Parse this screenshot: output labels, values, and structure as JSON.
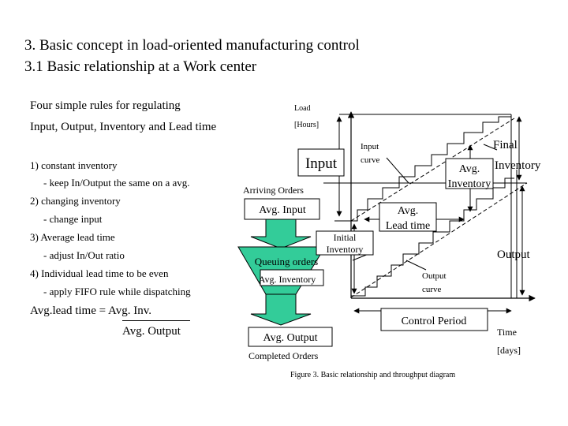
{
  "title": {
    "line1": "3. Basic concept in  load-oriented manufacturing control",
    "line2": "3.1 Basic relationship at a Work center"
  },
  "rules": {
    "intro1": "Four simple rules for regulating",
    "intro2": " Input, Output, Inventory and Lead time",
    "r1": "1) constant inventory",
    "r1a": "- keep In/Output the same on a avg.",
    "r2": "2)  changing inventory",
    "r2a": "- change input",
    "r3": "3) Average lead time",
    "r3a": "- adjust In/Out ratio",
    "r4": "4) Individual lead time to be even",
    "r4a": "- apply FIFO rule while dispatching",
    "formula_left": "Avg.lead time = Avg. Inv.",
    "formula_den": "Avg. Output"
  },
  "diagram": {
    "load": "Load",
    "hours": "[Hours]",
    "input": "Input",
    "input_curve_1": "Input",
    "input_curve_2": "curve",
    "final_1": "Final",
    "final_2": "Inventory",
    "avg_inv_1": "Avg.",
    "avg_inv_2": "Inventory",
    "arriving": "Arriving Orders",
    "avg_input": "Avg. Input",
    "avg_lead_1": "Avg.",
    "avg_lead_2": "Lead time",
    "initial_1": "Initial",
    "initial_2": "Inventory",
    "output": "Output",
    "queuing": "Queuing orders",
    "funnel_avg_inv": "Avg. Inventory",
    "output_curve_1": "Output",
    "output_curve_2": "curve",
    "control_period": "Control Period",
    "time": "Time",
    "days": "[days]",
    "avg_output": "Avg. Output",
    "completed": "Completed Orders",
    "caption": "Figure 3. Basic relationship and throughput diagram"
  },
  "colors": {
    "funnel": "#33cc99"
  }
}
